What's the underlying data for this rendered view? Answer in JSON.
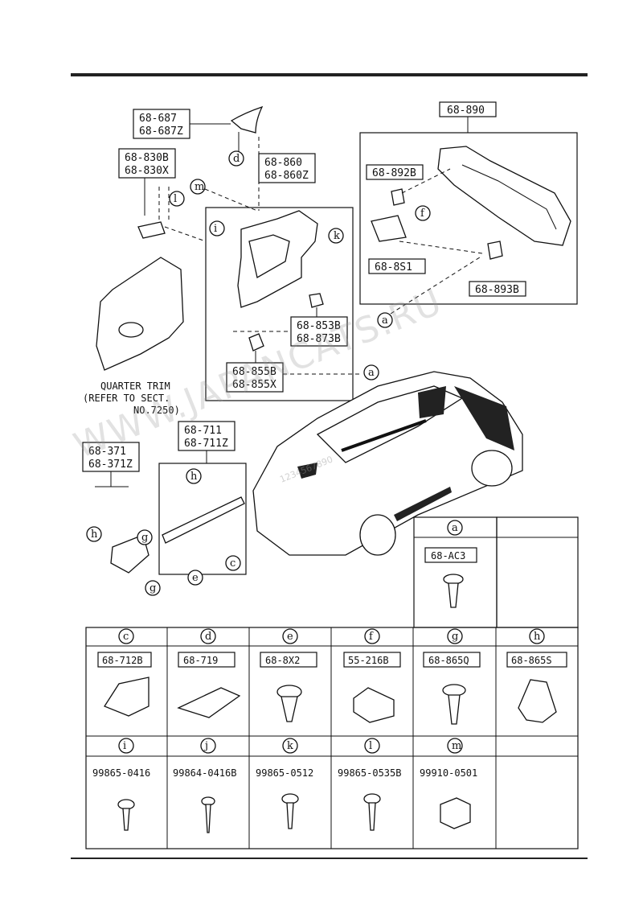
{
  "watermark": "WWW.JAPANCATS.RU",
  "watermark_small": "1234567890",
  "parts": {
    "p68_687": [
      "68-687",
      "68-687Z"
    ],
    "p68_830": [
      "68-830B",
      "68-830X"
    ],
    "p68_860": [
      "68-860",
      "68-860Z"
    ],
    "p68_890": [
      "68-890"
    ],
    "p68_892": [
      "68-892B"
    ],
    "p68_8s1": [
      "68-8S1"
    ],
    "p68_893": [
      "68-893B"
    ],
    "p68_853": [
      "68-853B",
      "68-873B"
    ],
    "p68_855": [
      "68-855B",
      "68-855X"
    ],
    "p68_711": [
      "68-711",
      "68-711Z"
    ],
    "p68_371": [
      "68-371",
      "68-371Z"
    ]
  },
  "quarter_trim": {
    "line1": "QUARTER TRIM",
    "line2": "(REFER TO SECT.",
    "line3": "NO.7250)"
  },
  "callouts": [
    "a",
    "c",
    "d",
    "e",
    "f",
    "g",
    "h",
    "i",
    "j",
    "k",
    "l",
    "m"
  ],
  "fastener_table": {
    "a": {
      "letter": "a",
      "part": "68-AC3"
    },
    "row1": [
      {
        "letter": "c",
        "part": "68-712B"
      },
      {
        "letter": "d",
        "part": "68-719"
      },
      {
        "letter": "e",
        "part": "68-8X2"
      },
      {
        "letter": "f",
        "part": "55-216B"
      },
      {
        "letter": "g",
        "part": "68-865Q"
      },
      {
        "letter": "h",
        "part": "68-865S"
      }
    ],
    "row2": [
      {
        "letter": "i",
        "part": "99865-0416"
      },
      {
        "letter": "j",
        "part": "99864-0416B"
      },
      {
        "letter": "k",
        "part": "99865-0512"
      },
      {
        "letter": "l",
        "part": "99865-0535B"
      },
      {
        "letter": "m",
        "part": "99910-0501"
      }
    ]
  }
}
